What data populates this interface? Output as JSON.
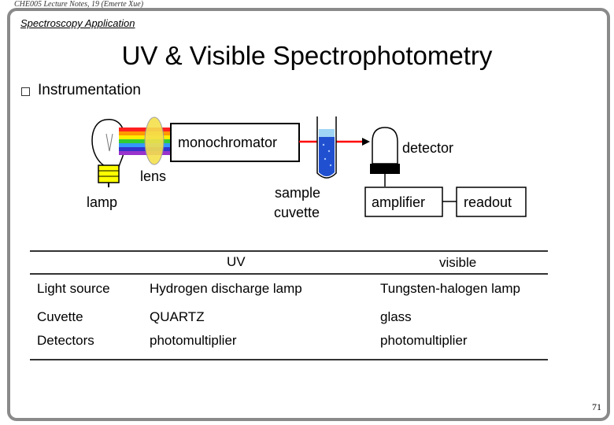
{
  "header_note": "CHE005 Lecture Notes, 19 (Emerte Xue)",
  "section": "Spectroscopy Application",
  "title": "UV & Visible Spectrophotometry",
  "bullet": "Instrumentation",
  "diagram": {
    "lamp": "lamp",
    "lens": "lens",
    "monochromator": "monochromator",
    "sample_line1": "sample",
    "sample_line2": "cuvette",
    "detector": "detector",
    "amplifier": "amplifier",
    "readout": "readout"
  },
  "table": {
    "columns": [
      "",
      "UV",
      "visible"
    ],
    "rows": [
      {
        "label": "Light source",
        "uv": "Hydrogen discharge lamp",
        "visible": "Tungsten-halogen lamp"
      },
      {
        "label": "Cuvette",
        "uv": "QUARTZ",
        "visible": "glass"
      },
      {
        "label": "Detectors",
        "uv": "photomultiplier",
        "visible": "photomultiplier"
      }
    ]
  },
  "page_number": "71",
  "colors": {
    "frame": "#8a8a8a",
    "beam_red": "#ff0000",
    "lamp_base": "#ffff00",
    "cuvette_blue": "#2050d0"
  }
}
